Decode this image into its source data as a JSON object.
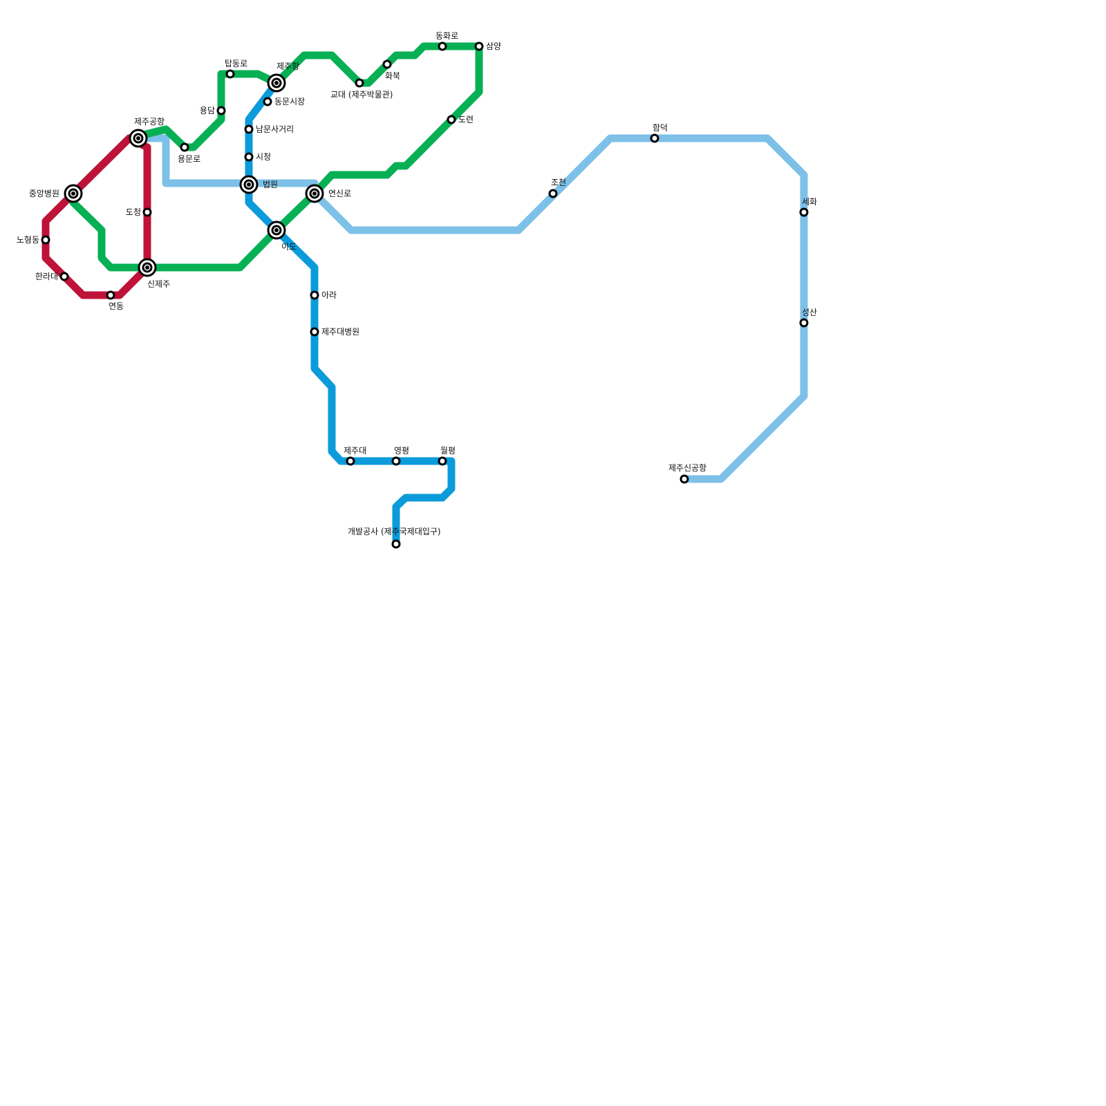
{
  "lines": [
    {
      "id": "red",
      "color": "#BE1238"
    },
    {
      "id": "green",
      "color": "#07B054"
    },
    {
      "id": "lightblue",
      "color": "#7DC0E8"
    },
    {
      "id": "blue",
      "color": "#0B9BDA"
    }
  ],
  "stations": {
    "jungang": {
      "name": "중앙병원",
      "interchange": true
    },
    "jejugonghang": {
      "name": "제주공항",
      "interchange": true
    },
    "sinjeju": {
      "name": "신제주",
      "interchange": true
    },
    "beopwon": {
      "name": "법원",
      "interchange": true
    },
    "jejuhang": {
      "name": "제주항",
      "interchange": true
    },
    "yeonsinro": {
      "name": "연신로",
      "interchange": true
    },
    "ido": {
      "name": "이도",
      "interchange": true
    },
    "nohyeong": {
      "name": "노형동",
      "interchange": false
    },
    "hallade": {
      "name": "한라대",
      "interchange": false
    },
    "yeondong": {
      "name": "연동",
      "interchange": false
    },
    "docheong": {
      "name": "도청",
      "interchange": false
    },
    "yongmunro": {
      "name": "용문로",
      "interchange": false
    },
    "yongdam": {
      "name": "용담",
      "interchange": false
    },
    "tapdongro": {
      "name": "탑동로",
      "interchange": false
    },
    "dongmun": {
      "name": "동문시장",
      "interchange": false
    },
    "nammun": {
      "name": "남문사거리",
      "interchange": false
    },
    "sicheong": {
      "name": "시청",
      "interchange": false
    },
    "gyodae": {
      "name": "교대 (제주박물관)",
      "interchange": false
    },
    "hwabuk": {
      "name": "화북",
      "interchange": false
    },
    "donghwaro": {
      "name": "동화로",
      "interchange": false
    },
    "samyang": {
      "name": "삼양",
      "interchange": false
    },
    "doryeon": {
      "name": "도련",
      "interchange": false
    },
    "ara": {
      "name": "아라",
      "interchange": false
    },
    "jejudaebyeongwon": {
      "name": "제주대병원",
      "interchange": false
    },
    "jejudae": {
      "name": "제주대",
      "interchange": false
    },
    "yeongpyeong": {
      "name": "영평",
      "interchange": false
    },
    "wolpyeong": {
      "name": "월평",
      "interchange": false
    },
    "gaebal": {
      "name": "개발공사 (제주국제대입구)",
      "interchange": false
    },
    "jocheon": {
      "name": "조천",
      "interchange": false
    },
    "hamdeok": {
      "name": "함덕",
      "interchange": false
    },
    "sehwa": {
      "name": "세화",
      "interchange": false
    },
    "seongsan": {
      "name": "성산",
      "interchange": false
    },
    "jejusingonghang": {
      "name": "제주신공항",
      "interchange": false
    }
  }
}
